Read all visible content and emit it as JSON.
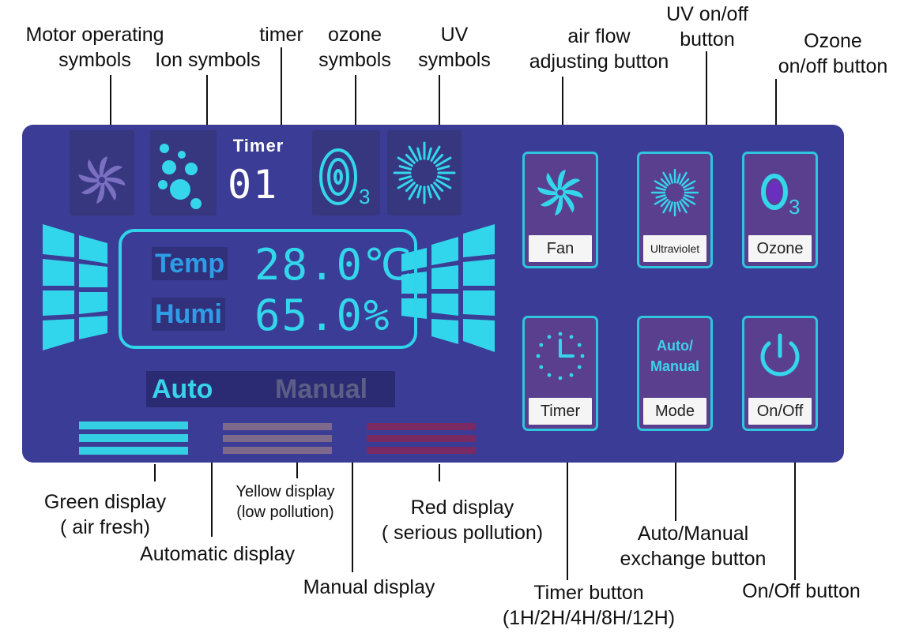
{
  "labels": {
    "motor": [
      "Motor operating",
      "symbols"
    ],
    "ion": "Ion symbols",
    "timer": "timer",
    "ozone_sym": [
      "ozone",
      "symbols"
    ],
    "uv_sym": [
      "UV",
      "symbols"
    ],
    "air_flow": [
      "air flow",
      "adjusting button"
    ],
    "uv_btn": [
      "UV on/off",
      "button"
    ],
    "ozone_btn": [
      "Ozone",
      "on/off button"
    ],
    "green": [
      "Green display",
      "( air fresh)"
    ],
    "yellow": [
      "Yellow display",
      "(low pollution)"
    ],
    "red": [
      "Red display",
      "( serious pollution)"
    ],
    "automatic": "Automatic display",
    "manual": "Manual display",
    "timer_btn": [
      "Timer button",
      "(1H/2H/4H/8H/12H)"
    ],
    "mode_btn": [
      "Auto/Manual",
      "exchange button"
    ],
    "onoff_btn": "On/Off button"
  },
  "display": {
    "timer_title": "Timer",
    "timer_value": "01",
    "ozone_subscript": "3",
    "temp_label": "Temp",
    "temp_value": "28.0℃",
    "humi_label": "Humi",
    "humi_value": "65.0%",
    "auto": "Auto",
    "manual": "Manual"
  },
  "buttons": {
    "fan": "Fan",
    "uv": "Ultraviolet",
    "ozone": "Ozone",
    "ozone_symbol": "O",
    "ozone_sub": "3",
    "timer": "Timer",
    "mode_face": [
      "Auto/",
      "Manual"
    ],
    "mode": "Mode",
    "onoff": "On/Off"
  },
  "colors": {
    "panel": "#3b3c95",
    "cyan": "#32d7ec",
    "green_bar": "#35cfe3",
    "yellow_bar": "#7d6a8a",
    "red_bar": "#7a2a62"
  }
}
